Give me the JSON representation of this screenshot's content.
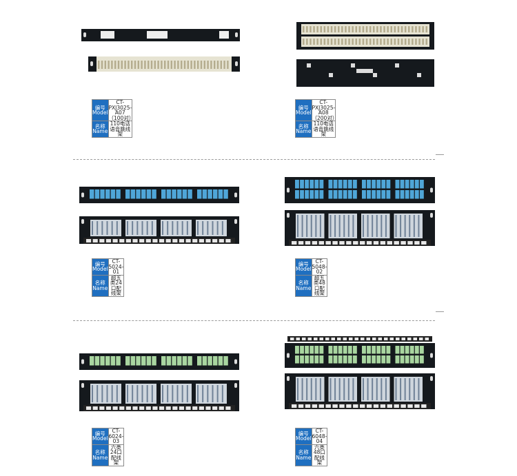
{
  "table_labels": {
    "model": "编号 Model",
    "name": "名称 Name"
  },
  "products": [
    {
      "model": "CT-PXJ3025-A07（100对）",
      "name": "110电话语音跳线架",
      "type": "110-100"
    },
    {
      "model": "CT-PXJ3025-A08（200对）",
      "name": "110电话语音跳线架",
      "type": "110-200"
    },
    {
      "model": "CT-5024-01",
      "name": "超五类24口配线架",
      "type": "p24-blue"
    },
    {
      "model": "CT-5048-02",
      "name": "超五类48口配线架",
      "type": "p48-blue"
    },
    {
      "model": "CT-6024-03",
      "name": "六类24口配线架",
      "type": "p24-green"
    },
    {
      "model": "CT-6048-04",
      "name": "六类48口配线架",
      "type": "p48-green"
    }
  ],
  "colors": {
    "label_bg": "#1f6fc0",
    "panel": "#15191d",
    "port_blue": "#4fa6d8",
    "port_green": "#a9d6a0",
    "punch_block": "#e6e3d2"
  }
}
